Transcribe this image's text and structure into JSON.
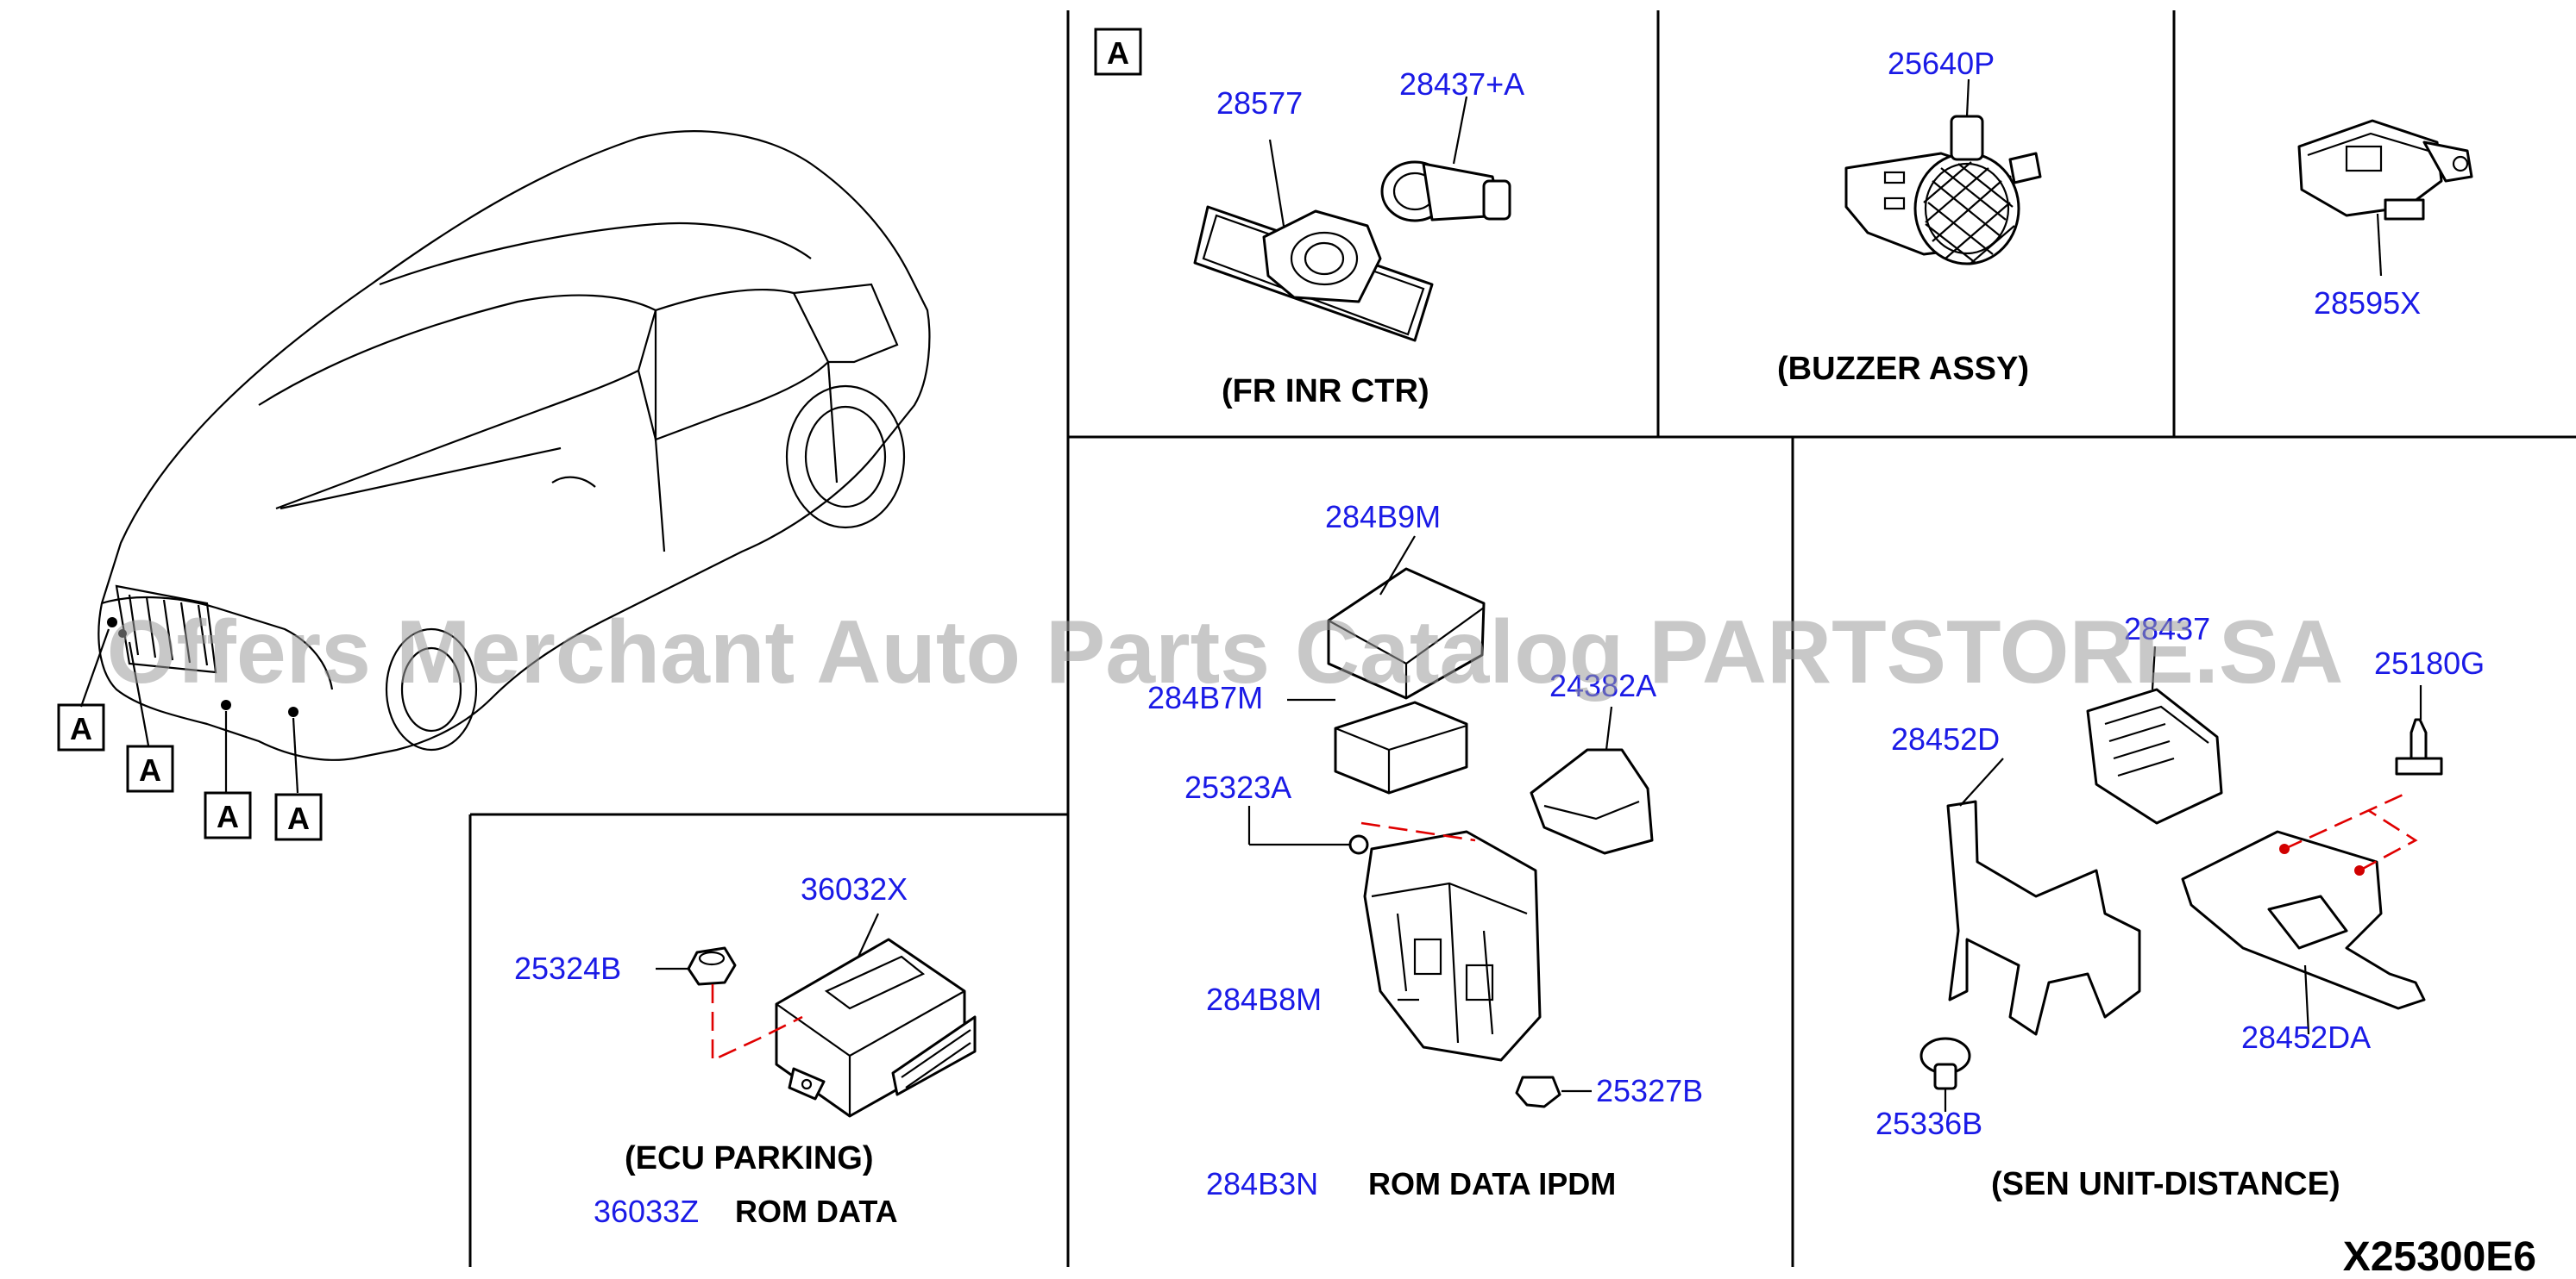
{
  "diagram_code": "X25300E6",
  "watermark": "Offers Merchant Auto Parts Catalog PARTSTORE.SA",
  "marker_label": "A",
  "captions": {
    "fr_inr_ctr": "(FR INR CTR)",
    "buzzer_assy": "(BUZZER ASSY)",
    "ecu_parking": "(ECU PARKING)",
    "sen_unit_distance": "(SEN UNIT-DISTANCE)",
    "rom_data": "ROM DATA",
    "rom_data_ipdm": "ROM DATA IPDM"
  },
  "parts": {
    "p28577": "28577",
    "p28437A": "28437+A",
    "p25640P": "25640P",
    "p28595X": "28595X",
    "p284B9M": "284B9M",
    "p284B7M": "284B7M",
    "p24382A": "24382A",
    "p25323A": "25323A",
    "p284B8M": "284B8M",
    "p25327B": "25327B",
    "p284B3N": "284B3N",
    "p36032X": "36032X",
    "p25324B": "25324B",
    "p36033Z": "36033Z",
    "p28437": "28437",
    "p25180G": "25180G",
    "p28452D": "28452D",
    "p28452DA": "28452DA",
    "p25336B": "25336B"
  }
}
